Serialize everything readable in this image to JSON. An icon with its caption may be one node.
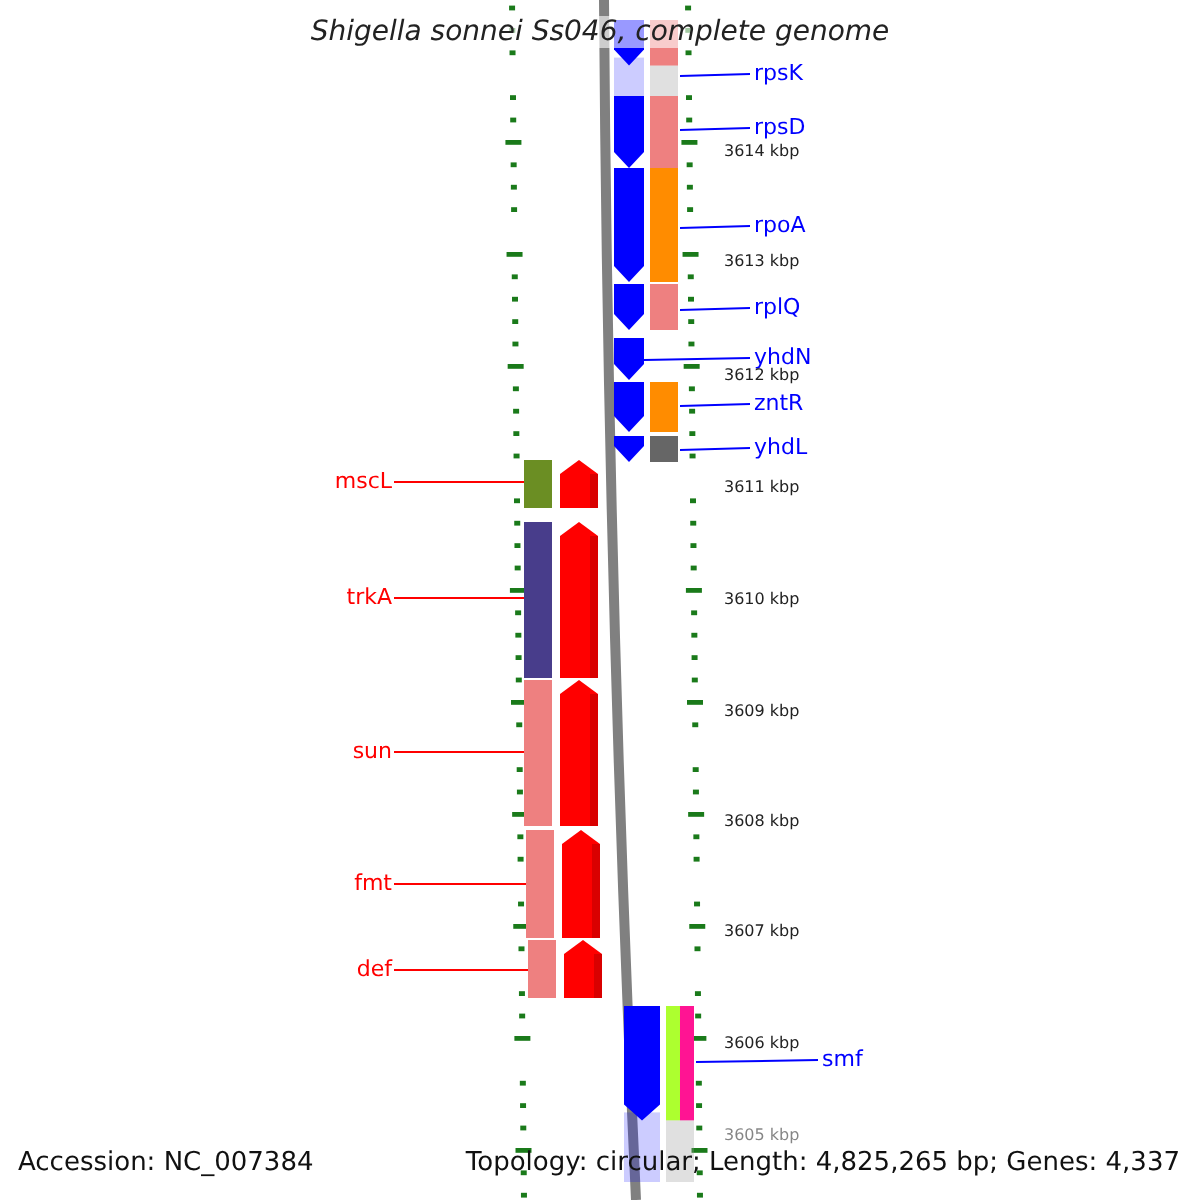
{
  "diagram": {
    "title": "Shigella sonnei Ss046, complete genome",
    "nodes": [
      {
        "text": [
          "rpsK"
        ]
      },
      {
        "text": [],
        "shape": "bar"
      },
      {
        "text": [
          "rpsD"
        ]
      },
      {
        "text": [],
        "shape": "bar"
      },
      {
        "text": [
          "rpoA"
        ]
      },
      {
        "text": [],
        "shape": "bar"
      },
      {
        "text": [
          "rplQ"
        ]
      },
      {
        "text": [],
        "shape": "bar"
      },
      {
        "text": [
          "yhdN"
        ]
      },
      {
        "text": [],
        "shape": "bar"
      },
      {
        "text": [
          "zntR"
        ]
      },
      {
        "text": [],
        "shape": "bar"
      },
      {
        "text": [
          "yhdL"
        ]
      },
      {
        "text": [],
        "shape": "bar"
      },
      {
        "text": [
          "mscL"
        ]
      },
      {
        "text": [],
        "shape": "bar"
      },
      {
        "text": [
          "trkA"
        ]
      },
      {
        "text": [],
        "shape": "bar"
      },
      {
        "text": [
          "sun"
        ]
      },
      {
        "text": [],
        "shape": "bar"
      },
      {
        "text": [
          "fmt"
        ]
      },
      {
        "text": [],
        "shape": "bar"
      },
      {
        "text": [
          "def"
        ]
      },
      {
        "text": [],
        "shape": "bar"
      },
      {
        "text": [
          "smf"
        ]
      },
      {
        "text": [],
        "shape": "bar"
      }
    ],
    "edges": [
      {
        "from": 0,
        "to": 1,
        "arrow": "none"
      },
      {
        "from": 2,
        "to": 3,
        "arrow": "none"
      },
      {
        "from": 4,
        "to": 5,
        "arrow": "none"
      },
      {
        "from": 6,
        "to": 7,
        "arrow": "none"
      },
      {
        "from": 8,
        "to": 9,
        "arrow": "none"
      },
      {
        "from": 10,
        "to": 11,
        "arrow": "none"
      },
      {
        "from": 12,
        "to": 13,
        "arrow": "none"
      },
      {
        "from": 14,
        "to": 15,
        "arrow": "none",
        "color": "#ff0000"
      },
      {
        "from": 16,
        "to": 17,
        "arrow": "none",
        "color": "#ff0000"
      },
      {
        "from": 18,
        "to": 19,
        "arrow": "none",
        "color": "#ff0000"
      },
      {
        "from": 20,
        "to": 21,
        "arrow": "none",
        "color": "#ff0000"
      },
      {
        "from": 22,
        "to": 23,
        "arrow": "none",
        "color": "#ff0000"
      },
      {
        "from": 24,
        "to": 25,
        "arrow": "none"
      }
    ],
    "labels": [
      "3614 kbp",
      "3613 kbp",
      "3612 kbp",
      "3611 kbp",
      "3610 kbp",
      "3609 kbp",
      "3608 kbp",
      "3607 kbp",
      "3606 kbp",
      "3605 kbp",
      "Accession: NC_007384",
      "Topology: circular; Length: 4,825,265 bp; Genes: 4,337"
    ]
  }
}
